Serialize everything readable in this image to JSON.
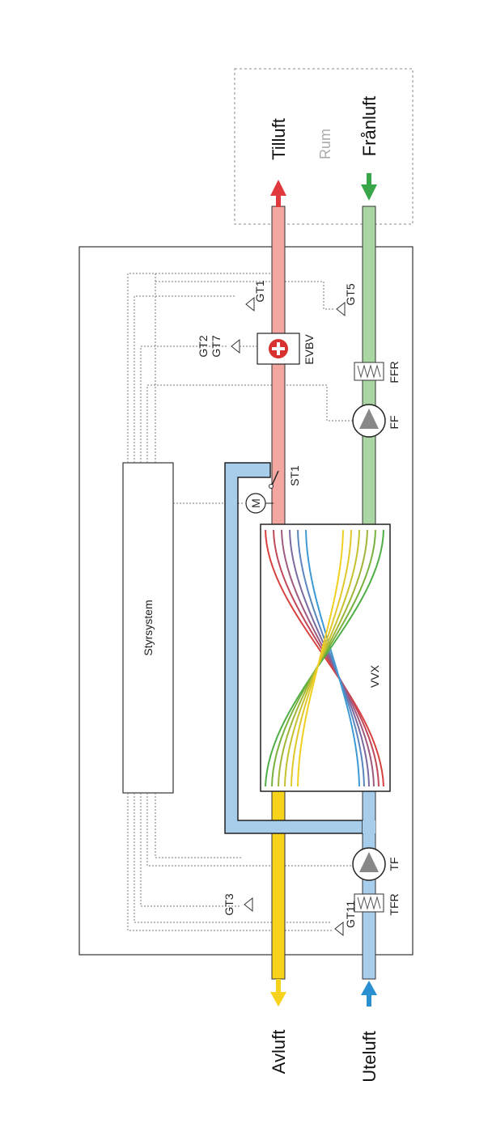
{
  "labels": {
    "tilluft": "Tilluft",
    "rum": "Rum",
    "franluft": "Frånluft",
    "avluft": "Avluft",
    "uteluft": "Uteluft",
    "styrsystem": "Styrsystem",
    "wx": "VVX",
    "st1": "ST1",
    "ff": "FF",
    "ffr": "FFR",
    "evbv": "EVBV",
    "gt1": "GT1",
    "gt2": "GT2",
    "gt7": "GT7",
    "gt5": "GT5",
    "gt3": "GT3",
    "gt11": "GT11",
    "tf": "TF",
    "tfr": "TFR",
    "motor": "M"
  },
  "colors": {
    "supply_red": "#f3a7a0",
    "supply_arrow": "#e03a3e",
    "extract_green": "#a9d6a3",
    "extract_arrow": "#3aa64a",
    "exhaust_yellow": "#f6d21a",
    "outdoor_blue": "#a7cdea",
    "outdoor_arrow": "#2a8fd0",
    "bypass_blue": "#a7cdea"
  }
}
